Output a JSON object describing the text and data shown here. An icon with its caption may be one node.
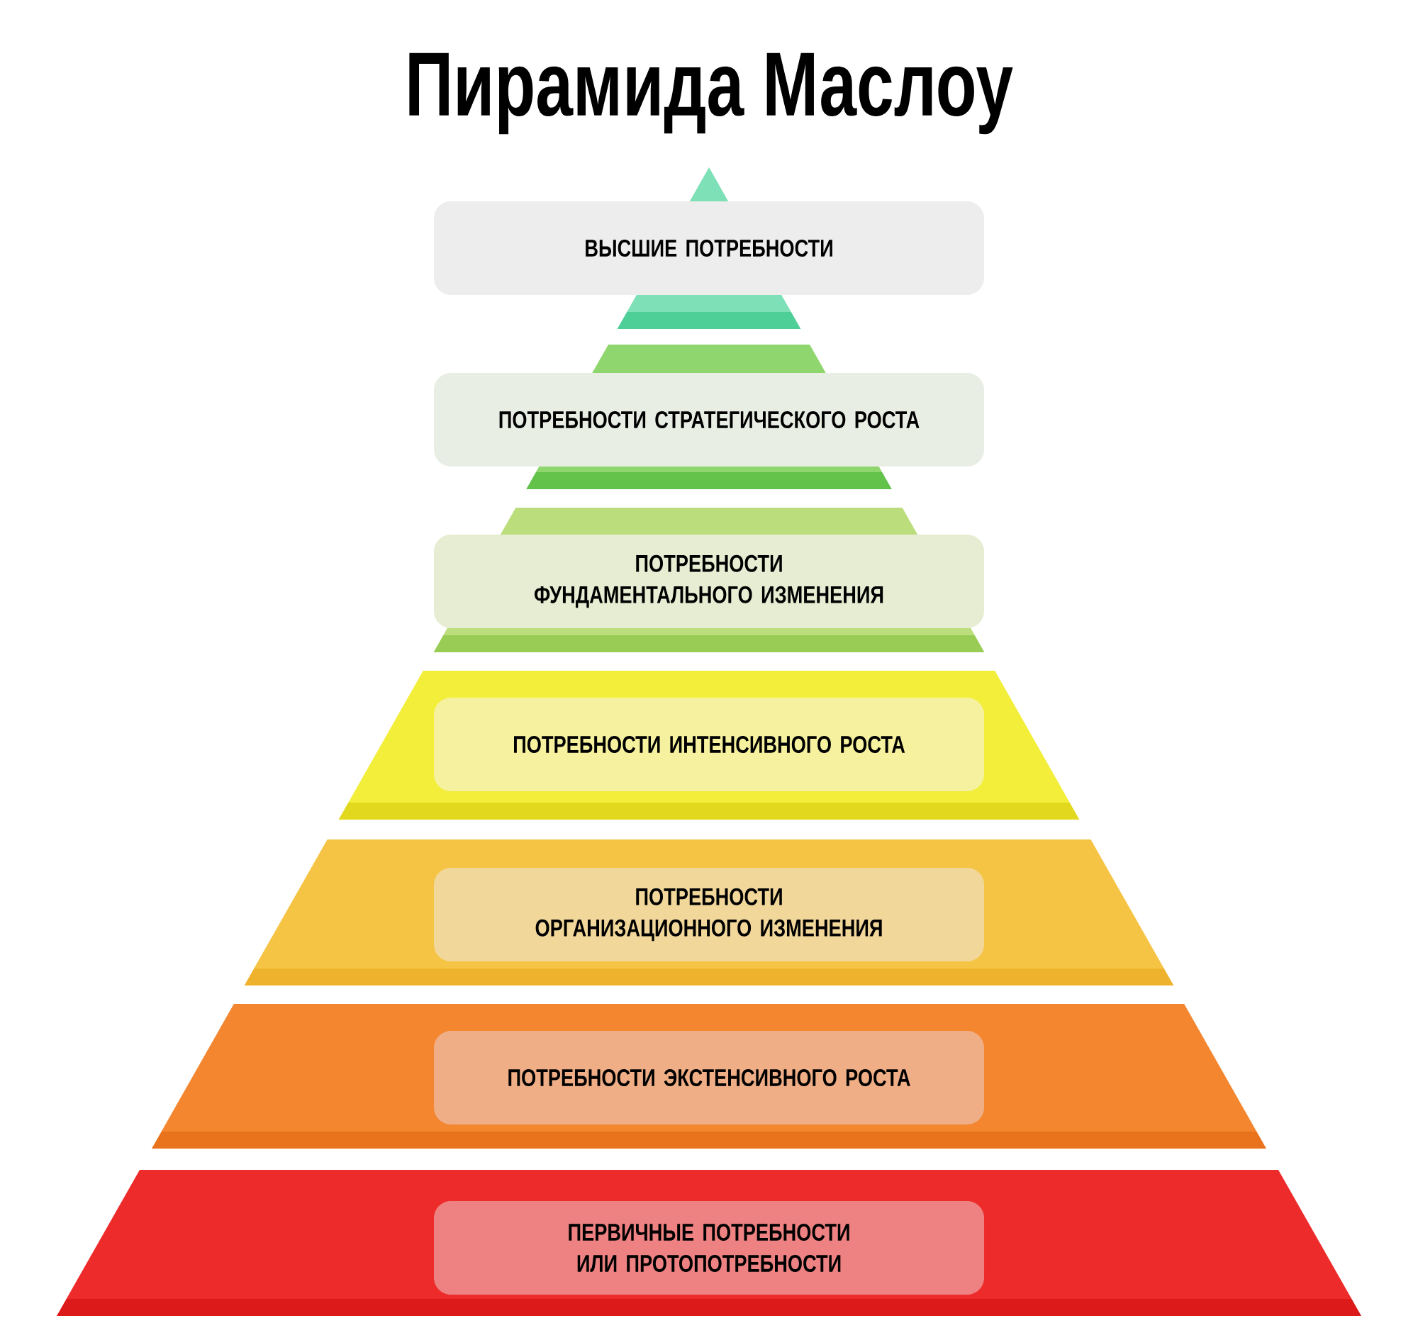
{
  "diagram": {
    "title": "Пирамида Маслоу",
    "nodes": [
      {
        "text": [
          "ВЫСШИЕ ПОТРЕБНОСТИ"
        ]
      },
      {
        "text": [
          "ПОТРЕБНОСТИ СТРАТЕГИЧЕСКОГО РОСТА"
        ]
      },
      {
        "text": [
          "ПОТРЕБНОСТИ ФУНДАМЕНТАЛЬНОГО ИЗМЕНЕНИЯ"
        ]
      },
      {
        "text": [
          "ПОТРЕБНОСТИ ИНТЕНСИВНОГО РОСТА"
        ]
      },
      {
        "text": [
          "ПОТРЕБНОСТИ ОРГАНИЗАЦИОННОГО ИЗМЕНЕНИЯ"
        ]
      },
      {
        "text": [
          "ПОТРЕБНОСТИ ЭКСТЕНСИВНОГО РОСТА"
        ]
      },
      {
        "text": [
          "ПЕРВИЧНЫЕ ПОТРЕБНОСТИ ИЛИ ПРОТОПОТРЕБНОСТИ"
        ]
      }
    ]
  }
}
